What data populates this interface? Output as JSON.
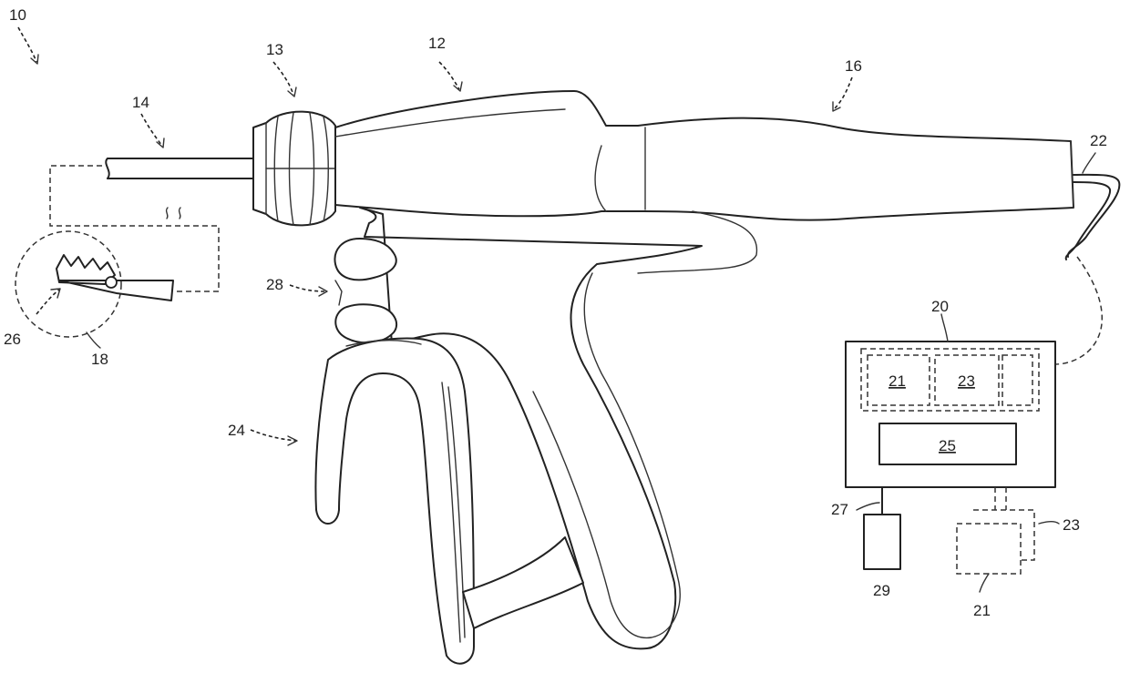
{
  "labels": {
    "l10": "10",
    "l12": "12",
    "l13": "13",
    "l14": "14",
    "l16": "16",
    "l18": "18",
    "l20": "20",
    "l21_box": "21",
    "l21_ext": "21",
    "l22": "22",
    "l23_box": "23",
    "l23_ext": "23",
    "l24": "24",
    "l25": "25",
    "l26": "26",
    "l27": "27",
    "l28": "28",
    "l29": "29"
  },
  "colors": {
    "line": "#222222",
    "background": "#ffffff"
  }
}
